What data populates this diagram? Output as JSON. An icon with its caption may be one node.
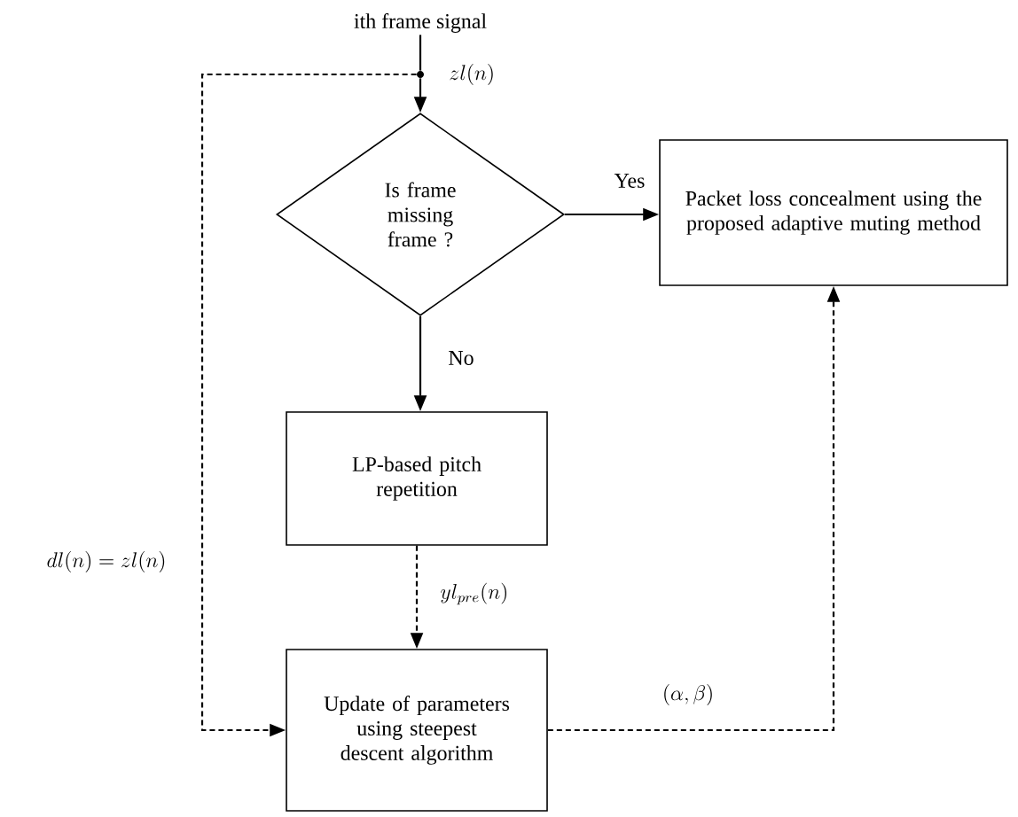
{
  "diagram": {
    "nodes": [
      {
        "text": [
          "ith frame signal"
        ]
      },
      {
        "text": [
          "Is frame missing frame ?"
        ]
      },
      {
        "text": [
          "Packet loss concealment using the proposed adaptive muting method"
        ]
      },
      {
        "text": [
          "LP-based pitch repetition"
        ]
      },
      {
        "text": [
          "Update of parameters using steepest descent algorithm"
        ]
      },
      {
        "text": [],
        "shape": "circle"
      }
    ],
    "edges": [
      {
        "from": 0,
        "to": 5,
        "arrow": "none"
      },
      {
        "from": 5,
        "to": 1,
        "arrow": "to",
        "label": "zl(n)"
      },
      {
        "from": 1,
        "to": 2,
        "arrow": "to",
        "label": "Yes"
      },
      {
        "from": 1,
        "to": 3,
        "arrow": "to",
        "label": "No"
      },
      {
        "from": 3,
        "to": 4,
        "arrow": "to",
        "style": "dashed",
        "label": "yl_{pre}(n)"
      },
      {
        "from": 4,
        "to": 2,
        "arrow": "to",
        "style": "dashed",
        "label": "(\\alpha, \\beta)"
      },
      {
        "from": 5,
        "to": 4,
        "arrow": "to",
        "style": "dashed",
        "label": "dl(n) = zl(n)"
      }
    ]
  }
}
